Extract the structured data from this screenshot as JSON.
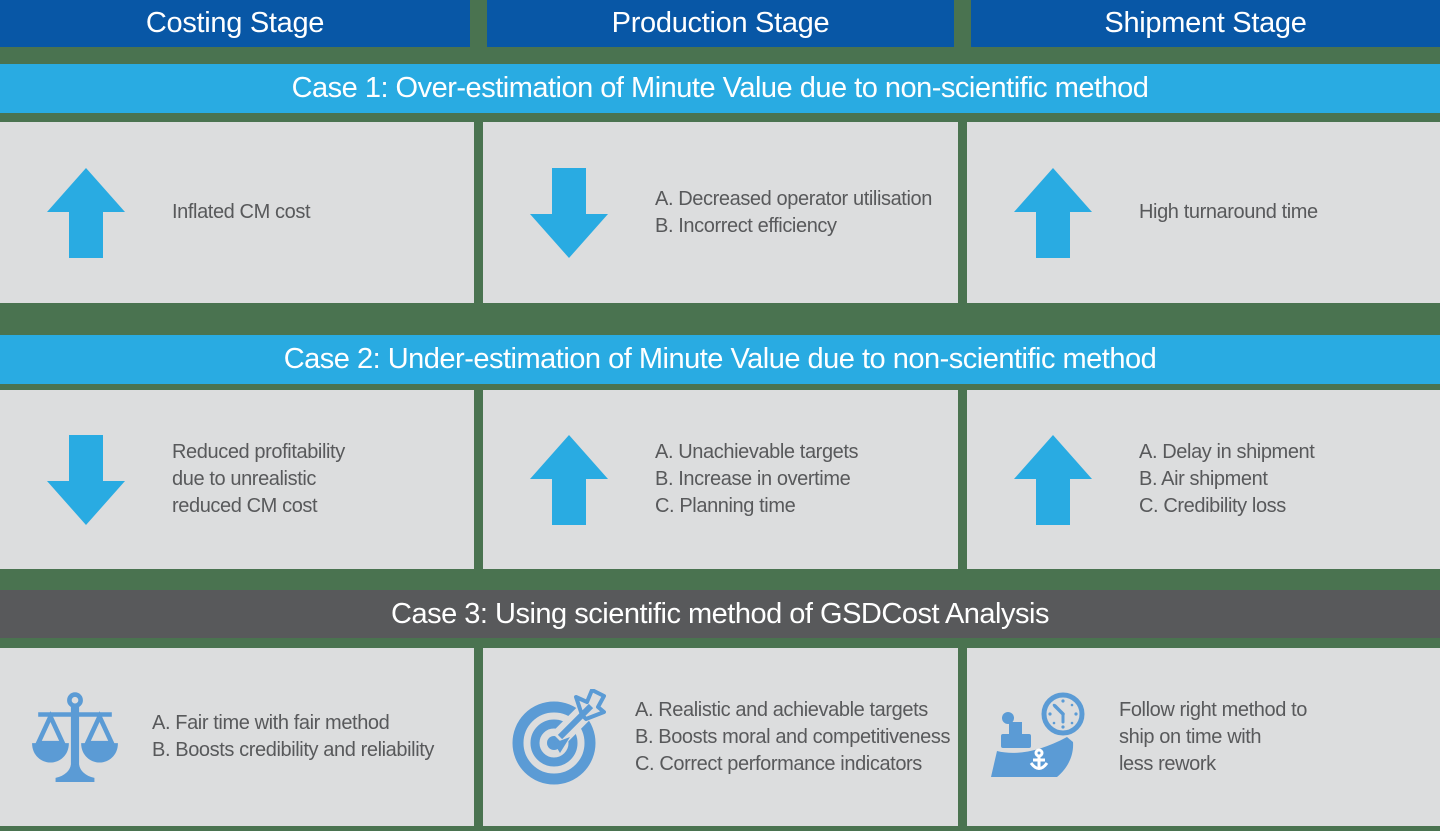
{
  "colors": {
    "stage_header_blue": "#0857a6",
    "case_banner_light_blue": "#29abe2",
    "case3_banner_dark_gray": "#58595b",
    "cell_background_gray": "#dcddde",
    "page_background_green": "#4a7350",
    "arrow_blue": "#29abe2",
    "case3_icon_blue": "#5b9bd5",
    "cell_text_gray": "#58595b",
    "banner_text_white": "#ffffff"
  },
  "stage_headers": [
    {
      "label": "Costing Stage"
    },
    {
      "label": "Production Stage"
    },
    {
      "label": "Shipment Stage"
    }
  ],
  "cases": [
    {
      "banner": "Case 1: Over-estimation of Minute Value due to non-scientific method",
      "cells": [
        {
          "icon": "up-arrow-icon",
          "lines": [
            "Inflated CM cost"
          ]
        },
        {
          "icon": "down-arrow-icon",
          "lines": [
            "A. Decreased operator utilisation",
            "B. Incorrect efficiency"
          ]
        },
        {
          "icon": "up-arrow-icon",
          "lines": [
            "High turnaround time"
          ]
        }
      ]
    },
    {
      "banner": "Case 2: Under-estimation of Minute Value due to non-scientific method",
      "cells": [
        {
          "icon": "down-arrow-icon",
          "lines": [
            "Reduced profitability",
            "due to unrealistic",
            "reduced CM cost"
          ]
        },
        {
          "icon": "up-arrow-icon",
          "lines": [
            "A. Unachievable targets",
            "B. Increase in overtime",
            "C. Planning time"
          ]
        },
        {
          "icon": "up-arrow-icon",
          "lines": [
            "A. Delay in shipment",
            "B. Air shipment",
            "C. Credibility loss"
          ]
        }
      ]
    },
    {
      "banner": "Case 3: Using scientific method of GSDCost Analysis",
      "cells": [
        {
          "icon": "balance-scale-icon",
          "lines": [
            "A. Fair time with fair method",
            "B. Boosts credibility and reliability"
          ]
        },
        {
          "icon": "target-arrow-icon",
          "lines": [
            "A. Realistic and achievable targets",
            "B. Boosts moral and competitiveness",
            "C. Correct performance indicators"
          ]
        },
        {
          "icon": "ship-clock-icon",
          "lines": [
            "Follow right method to",
            "ship on time with",
            "less rework"
          ]
        }
      ]
    }
  ]
}
